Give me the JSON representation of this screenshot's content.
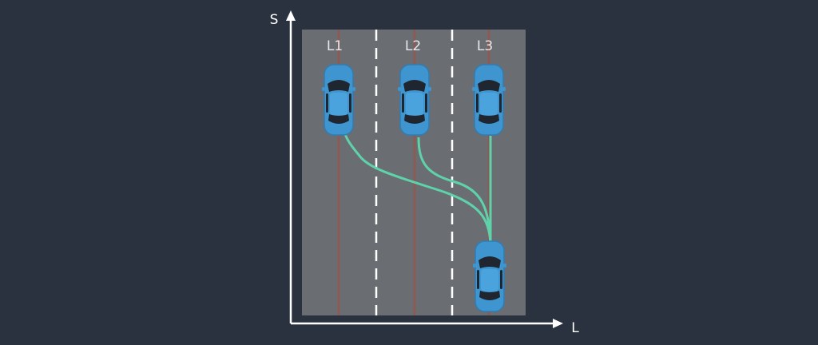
{
  "axes": {
    "vertical_label": "S",
    "horizontal_label": "L"
  },
  "lanes": [
    {
      "label": "L1"
    },
    {
      "label": "L2"
    },
    {
      "label": "L3"
    }
  ],
  "colors": {
    "background": "#2a3240",
    "road": "#6a6d72",
    "lane_center_line": "#8a5a55",
    "lane_divider": "#ffffff",
    "trajectory": "#5fd2aa",
    "car_body": "#3f95cf",
    "car_glass": "#1f2630",
    "axis": "#ffffff"
  },
  "icons": {
    "target_car": "car-top-view-icon",
    "ego_car": "car-top-view-icon"
  }
}
